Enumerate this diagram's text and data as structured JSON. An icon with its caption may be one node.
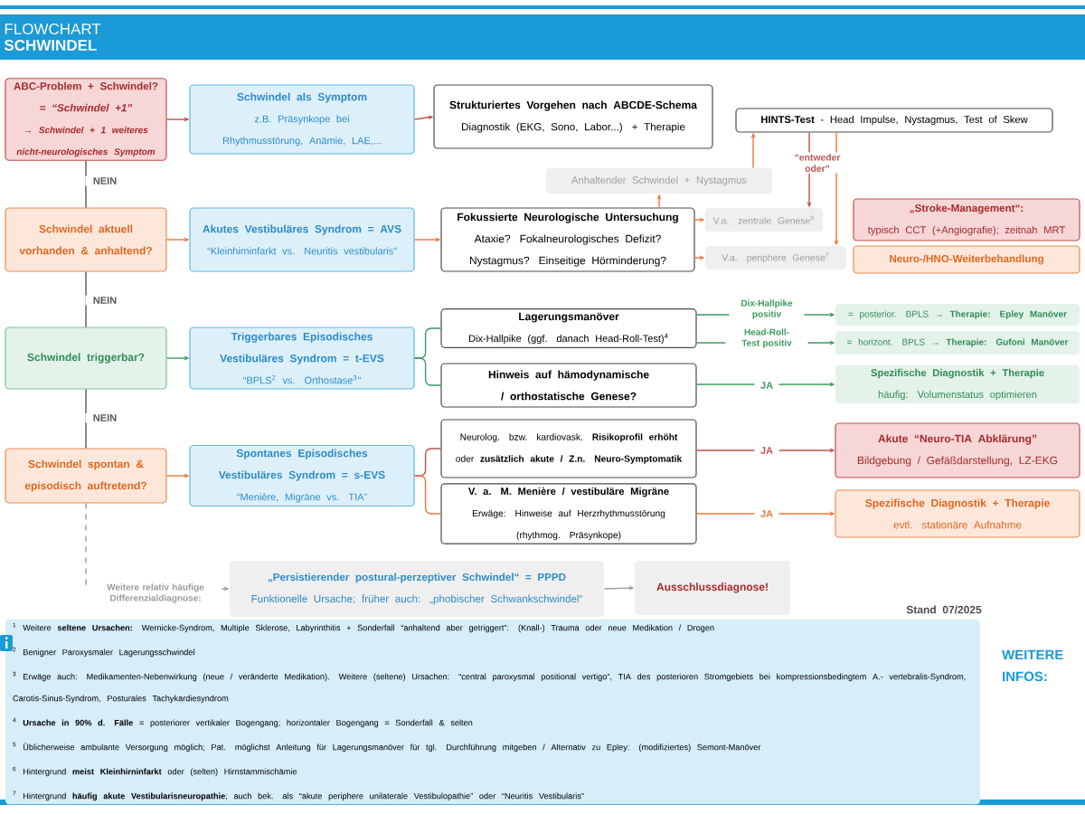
{
  "diagram": {
    "title": "FLOWCHART **SCHWINDEL**",
    "nodes": [
      {
        "text": [
          "ABC-Problem + Schwindel? = *“Schwindel +1”*",
          "→ Schwindel + 1 weiteres nicht-neurologisches Symptom"
        ]
      },
      {
        "text": [
          "Schwindel als Symptom",
          "z.B. Präsynkope bei Rhythmusstörung, Anämie, LAE,..."
        ]
      },
      {
        "text": [
          "Strukturiertes Vorgehen nach ABCDE-Schema",
          "Diagnostik (EKG, Sono, Labor...) + Therapie"
        ]
      },
      {
        "text": [
          "**HINTS-Test** - Head Impulse, Nystagmus, Test of Skew"
        ]
      },
      {
        "text": [
          "Anhaltender Schwindel + Nystagmus"
        ]
      },
      {
        "text": [
          "Schwindel aktuell vorhanden & anhaltend?"
        ]
      },
      {
        "text": [
          "Akutes Vestibuläres Syndrom = AVS",
          "“Kleinhirninfarkt vs. Neuritis vestibularis”"
        ]
      },
      {
        "text": [
          "Fokussierte Neurologische Untersuchung",
          "Ataxie? Fokalneurologisches Defizit? Nystagmus? Einseitige Hörminderung?"
        ]
      },
      {
        "text": [
          "V.a. zentrale Genese$^{6}$"
        ]
      },
      {
        "text": [
          "V.a. periphere Genese$^{7}$"
        ]
      },
      {
        "text": [
          "„Stroke-Management“:",
          "typisch CCT (+Angiografie); zeitnah MRT"
        ]
      },
      {
        "text": [
          "Neuro-/HNO-Weiterbehandlung"
        ]
      },
      {
        "text": [
          "Schwindel triggerbar?"
        ]
      },
      {
        "text": [
          "Triggerbares Episodisches Vestibuläres Syndrom = t-EVS",
          "“BPLS$^{2}$ vs. Orthostase$^{3}$”"
        ]
      },
      {
        "text": [
          "Lagerungsmanöver",
          "Dix-Hallpike (ggf. danach Head-Roll-Test)$^{4}$"
        ]
      },
      {
        "text": [
          "Hinweis auf hämodynamische / orthostatische Genese?"
        ]
      },
      {
        "text": [
          "= posterior. BPLS **→ Therapie: Epley Manöver**"
        ]
      },
      {
        "text": [
          "= horizont. BPLS **→ Therapie: Gufoni Manöver**"
        ]
      },
      {
        "text": [
          "Spezifische Diagnostik + Therapie",
          "häufig: Volumenstatus optimieren"
        ]
      },
      {
        "text": [
          "Schwindel spontan & episodisch auftretend?"
        ]
      },
      {
        "text": [
          "Spontanes Episodisches Vestibuläres Syndrom = s-EVS",
          "“Menière, Migräne vs. TIA”"
        ]
      },
      {
        "text": [
          "Neurolog. bzw. kardiovask. **Risikoprofil erhöht** oder **zusätzlich akute / Z.n. Neuro-Symptomatik**"
        ]
      },
      {
        "text": [
          "V. a. M. Menière / vestibuläre Migräne",
          "Erwäge: Hinweise auf Herzrhythmusstörung (rhythmog. Präsynkope)"
        ]
      },
      {
        "text": [
          "Akute “Neuro-TIA Abklärung”",
          "Bildgebung / Gefäßdarstellung, LZ-EKG"
        ]
      },
      {
        "text": [
          "Spezifische Diagnostik + Therapie",
          "evtl. stationäre Aufnahme"
        ]
      },
      {
        "text": [
          "„Persistierender postural-perzeptiver Schwindel“ = PPPD",
          "Funktionelle Ursache; früher auch: „phobischer Schwankschwindel“"
        ]
      },
      {
        "text": [
          "Ausschlussdiagnose!"
        ]
      },
      {
        "text": [
          "$^{1}$ Weitere **seltene Ursachen:** Wernicke-Syndrom, Multiple Sklerose, Labyrinthitis + Sonderfall “anhaltend aber getriggert”: (Knall-) Trauma oder neue Medikation / Drogen",
          "$^{2}$ Benigner Paroxysmaler Lagerungsschwindel",
          "$^{3}$ Erwäge auch: Medikamenten-Nebenwirkung (neue / veränderte Medikation). Weitere (seltene) Ursachen: “central paroxysmal positional vertigo”, TIA des posterioren Stromgebiets bei kompressionsbedingtem A.- vertebralis-Syndrom, Carotis-Sinus-Syndrom, Posturales Tachykardiesyndrom",
          "$^{4}$ **Ursache in 90% d. Fälle** = posteriorer vertikaler Bogengang; horizontaler Bogengang = Sonderfall & selten",
          "$^{5}$ Üblicherweise ambulante Versorgung möglich; Pat. möglichst Anleitung für Lagerungsmanöver für tgl. Durchführung mitgeben / Alternativ zu Epley: (modifiziertes) Semont-Manöver",
          "$^{6}$ Hintergrund **meist Kleinhirninfarkt** oder (selten) Hirnstammischämie",
          "$^{7}$ Hintergrund **häufig akute Vestibularisneuropathie**; auch bek. als “akute periphere unilaterale Vestibulopathie” oder “Neuritis Vestibularis”"
        ]
      }
    ],
    "edges": [
      {
        "from": 0,
        "to": 1,
        "arrow": "to",
        "color": "#c0504d"
      },
      {
        "from": 1,
        "to": 2,
        "arrow": "to",
        "color": "#c0504d"
      },
      {
        "from": 0,
        "to": 5,
        "arrow": "none",
        "label": "NEIN",
        "color": "#555555"
      },
      {
        "from": 5,
        "to": 6,
        "arrow": "to"
      },
      {
        "from": 6,
        "to": 7,
        "arrow": "to"
      },
      {
        "from": 7,
        "to": 4,
        "arrow": "to"
      },
      {
        "from": 4,
        "to": 3,
        "arrow": "to"
      },
      {
        "from": 7,
        "to": 8,
        "arrow": "to"
      },
      {
        "from": 7,
        "to": 9,
        "arrow": "to"
      },
      {
        "from": 3,
        "to": 8,
        "arrow": "to",
        "label": "“entweder oder”",
        "color": "#c0504d"
      },
      {
        "from": 3,
        "to": 9,
        "arrow": "to"
      },
      {
        "from": 5,
        "to": 12,
        "arrow": "none",
        "label": "NEIN",
        "color": "#555555"
      },
      {
        "from": 12,
        "to": 13,
        "arrow": "to",
        "color": "#3a9a5f"
      },
      {
        "from": 13,
        "to": 14,
        "arrow": "none",
        "color": "#3a9a5f"
      },
      {
        "from": 13,
        "to": 15,
        "arrow": "none",
        "color": "#3a9a5f"
      },
      {
        "from": 14,
        "to": 16,
        "arrow": "to",
        "label": "Dix-Hallpike positiv",
        "color": "#3a9a5f"
      },
      {
        "from": 14,
        "to": 17,
        "arrow": "to",
        "label": "Head-Roll-Test positiv",
        "color": "#3a9a5f"
      },
      {
        "from": 15,
        "to": 18,
        "arrow": "to",
        "label": "JA",
        "color": "#3a9a5f"
      },
      {
        "from": 12,
        "to": 19,
        "arrow": "none",
        "label": "NEIN",
        "color": "#555555"
      },
      {
        "from": 19,
        "to": 20,
        "arrow": "to"
      },
      {
        "from": 20,
        "to": 21,
        "arrow": "none",
        "color": "#c0504d"
      },
      {
        "from": 20,
        "to": 22,
        "arrow": "none"
      },
      {
        "from": 21,
        "to": 23,
        "arrow": "to",
        "label": "JA",
        "color": "#c0504d"
      },
      {
        "from": 22,
        "to": 24,
        "arrow": "to",
        "label": "JA"
      },
      {
        "from": 19,
        "to": 25,
        "arrow": "to",
        "label": "Weitere relativ häufige Differenzialdiagnose:",
        "style": "dashed",
        "color": "#9a9a9a"
      },
      {
        "from": 25,
        "to": 26,
        "arrow": "to",
        "color": "#9a9a9a"
      }
    ],
    "labels": [
      "Stand 07/2025",
      "WEITERE INFOS:"
    ]
  }
}
